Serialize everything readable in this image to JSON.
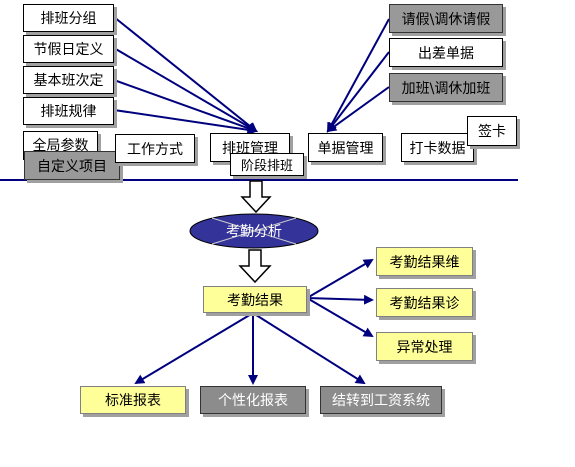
{
  "left_group": [
    "排班分组",
    "节假日定义",
    "基本班次定",
    "排班规律"
  ],
  "right_group": [
    "请假\\调休请假",
    "出差单据",
    "加班\\调休加班"
  ],
  "row": {
    "global_params": "全局参数",
    "custom_items": "自定义项目",
    "work_mode": "工作方式",
    "schedule_mgmt": "排班管理",
    "stage_schedule": "阶段排班",
    "doc_mgmt": "单据管理",
    "punch_data": "打卡数据",
    "sign_card": "签卡"
  },
  "analysis": "考勤分析",
  "result": "考勤结果",
  "outputs_right": [
    "考勤结果维",
    "考勤结果诊",
    "异常处理"
  ],
  "outputs_bottom": [
    "标准报表",
    "个性化报表",
    "结转到工资系统"
  ],
  "colors": {
    "line": "#00007f",
    "ellipse": "#333399",
    "yellow": "#ffff99",
    "gray": "#999999"
  }
}
